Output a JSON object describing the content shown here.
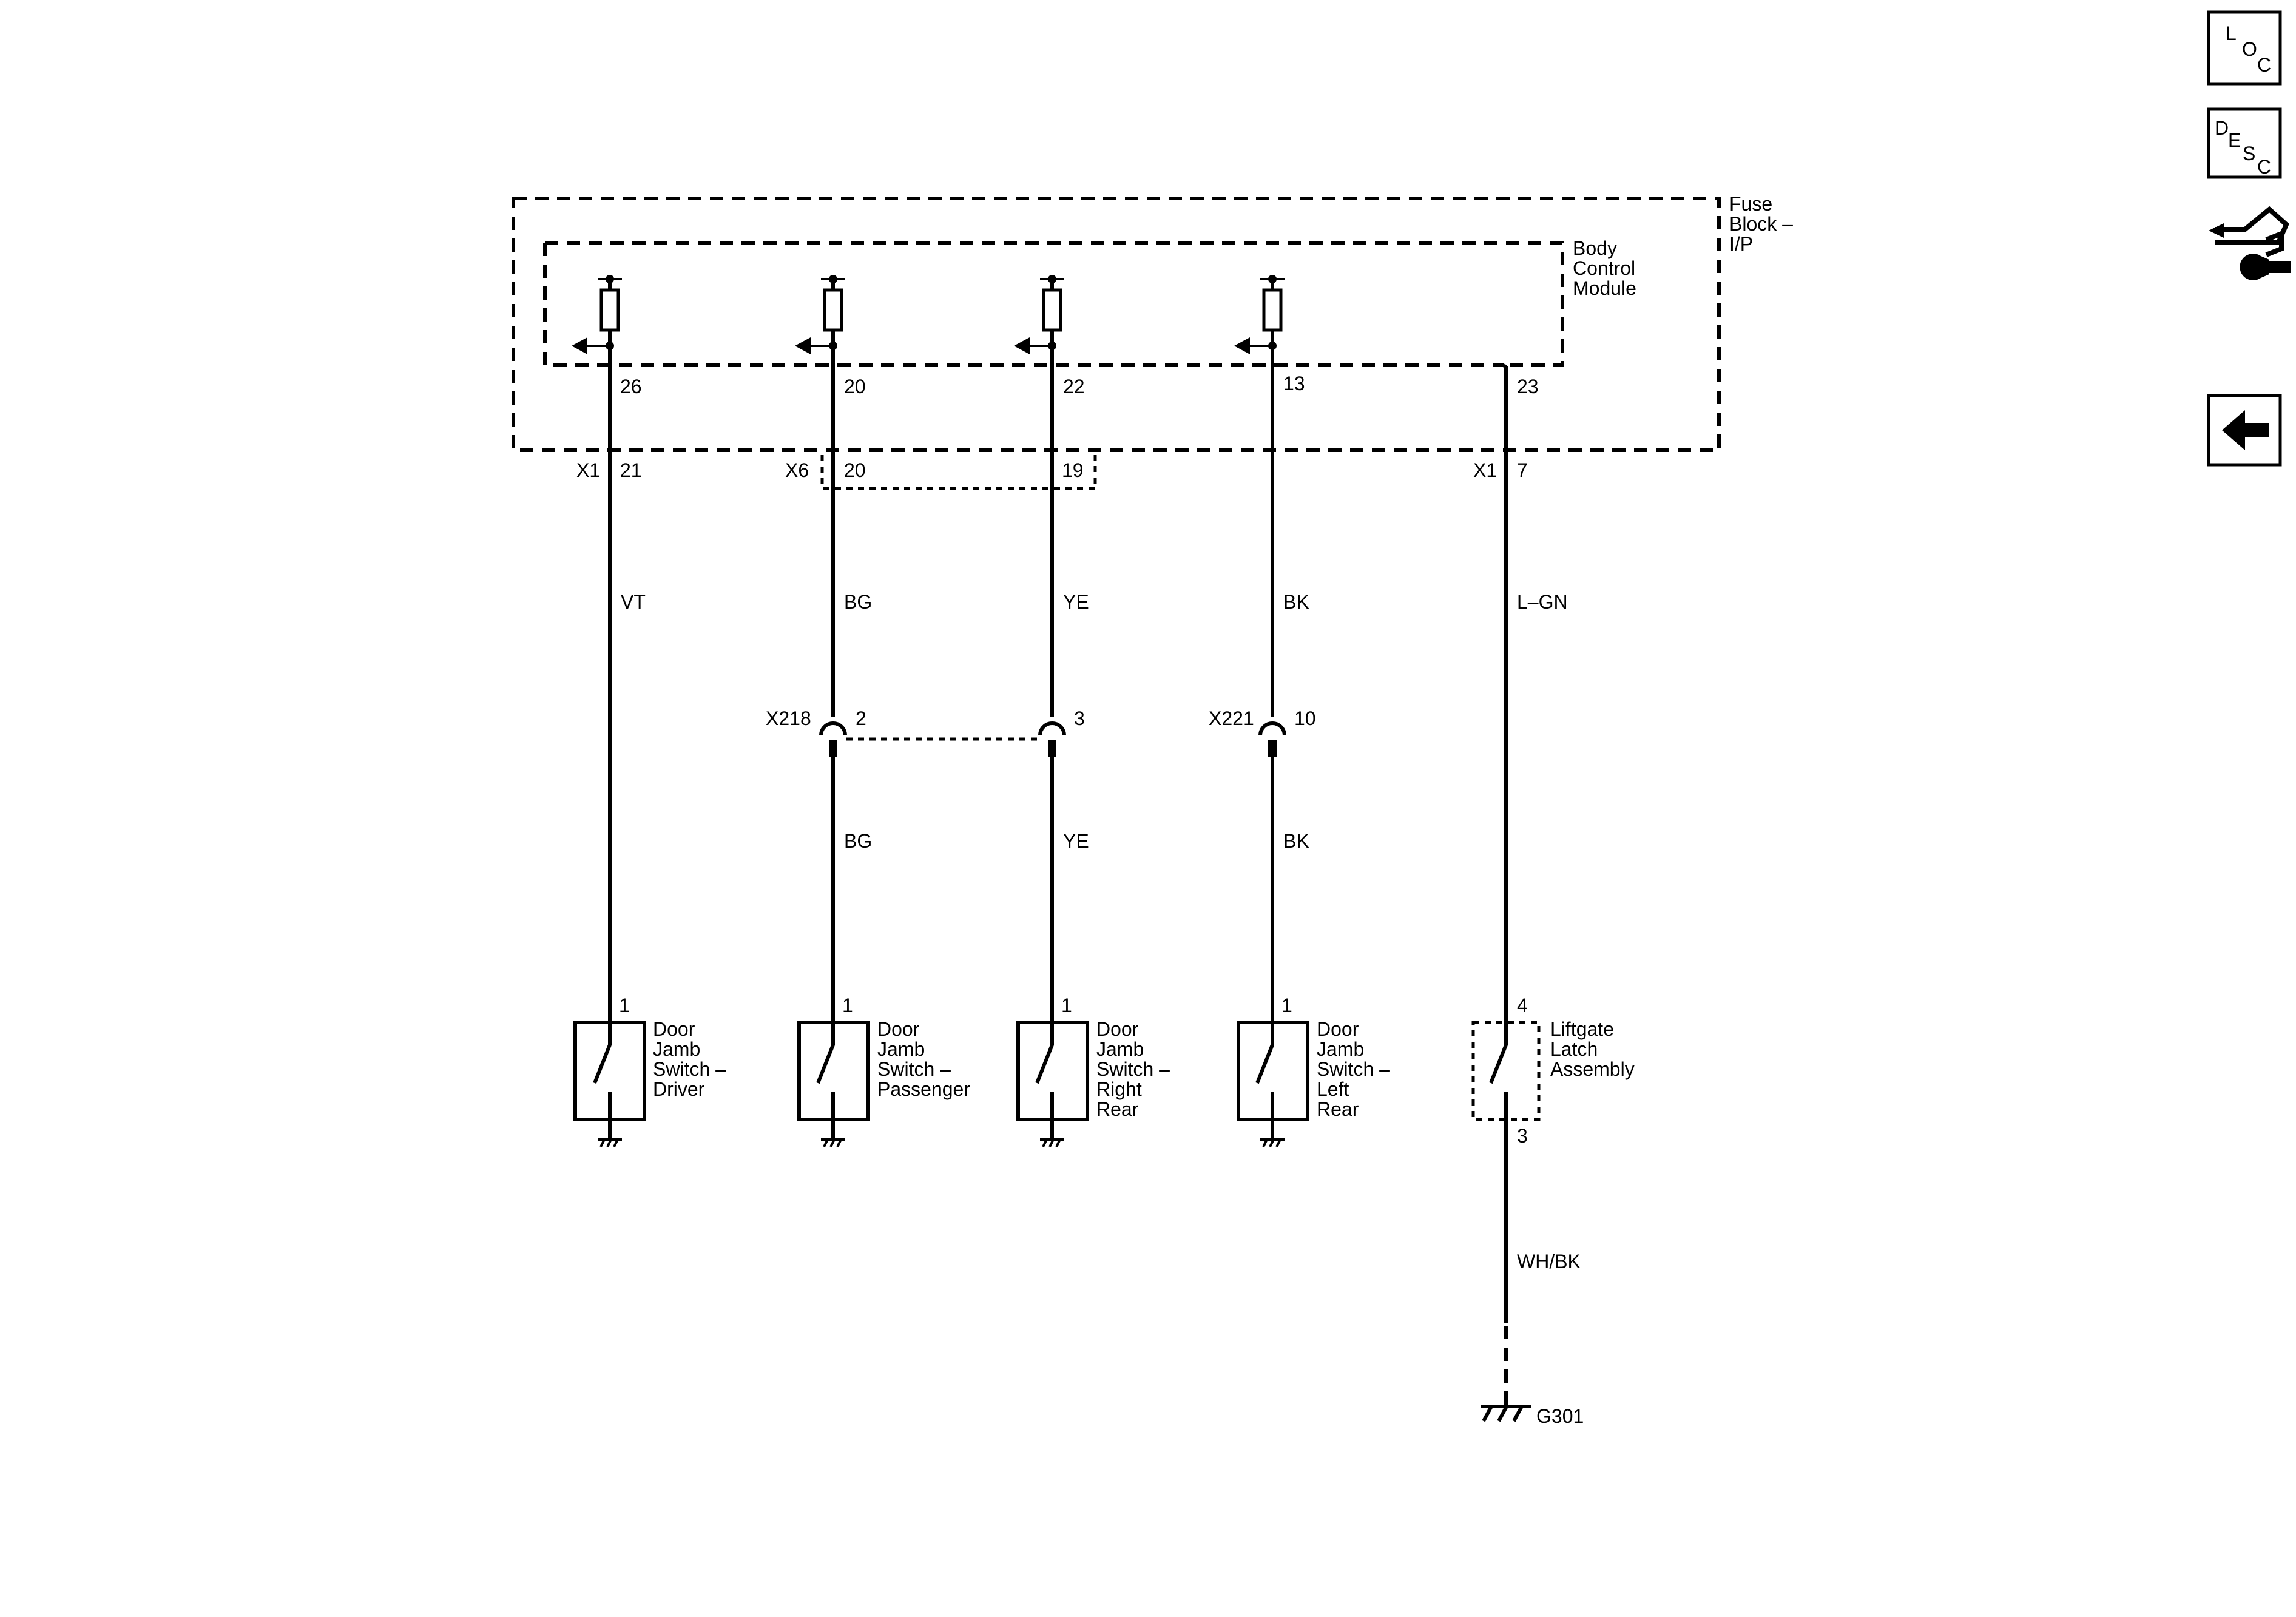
{
  "modules": {
    "fuse_block": "Fuse\nBlock –\nI/P",
    "bcm": "Body\nControl\nModule"
  },
  "circuits": [
    {
      "id": "driver",
      "bcm_pin": "26",
      "conn_name": "X1",
      "conn_pin": "21",
      "wire_color": "VT",
      "inline": null,
      "switch_pin": "1",
      "switch_label": "Door\nJamb\nSwitch –\nDriver",
      "switch_colors_below": null
    },
    {
      "id": "passenger",
      "bcm_pin": "20",
      "conn_name": "X6",
      "conn_pin": "20",
      "wire_color": "BG",
      "inline": {
        "name": "X218",
        "pin": "2"
      },
      "wire_color_below": "BG",
      "switch_pin": "1",
      "switch_label": "Door\nJamb\nSwitch –\nPassenger"
    },
    {
      "id": "right-rear",
      "bcm_pin": "22",
      "conn_name": "",
      "conn_pin": "19",
      "wire_color": "YE",
      "inline": {
        "name": "",
        "pin": "3"
      },
      "wire_color_below": "YE",
      "switch_pin": "1",
      "switch_label": "Door\nJamb\nSwitch –\nRight\nRear"
    },
    {
      "id": "left-rear",
      "bcm_pin": "13",
      "conn_name": "",
      "conn_pin": "",
      "wire_color": "BK",
      "inline": {
        "name": "X221",
        "pin": "10"
      },
      "wire_color_below": "BK",
      "switch_pin": "1",
      "switch_label": "Door\nJamb\nSwitch –\nLeft\nRear"
    }
  ],
  "liftgate": {
    "bcm_pin": "23",
    "conn_name": "X1",
    "conn_pin": "7",
    "wire_color": "L–GN",
    "pin_top": "4",
    "pin_bottom": "3",
    "label": "Liftgate\nLatch\nAssembly",
    "ground_wire_color": "WH/BK",
    "ground_name": "G301"
  },
  "nav": {
    "loc": {
      "l1": "L",
      "l2": "O",
      "l3": "C"
    },
    "desc": {
      "l1": "D",
      "l2": "E",
      "l3": "S",
      "l4": "C"
    },
    "icons": [
      "connector-tool-icon",
      "back-arrow-icon"
    ]
  }
}
